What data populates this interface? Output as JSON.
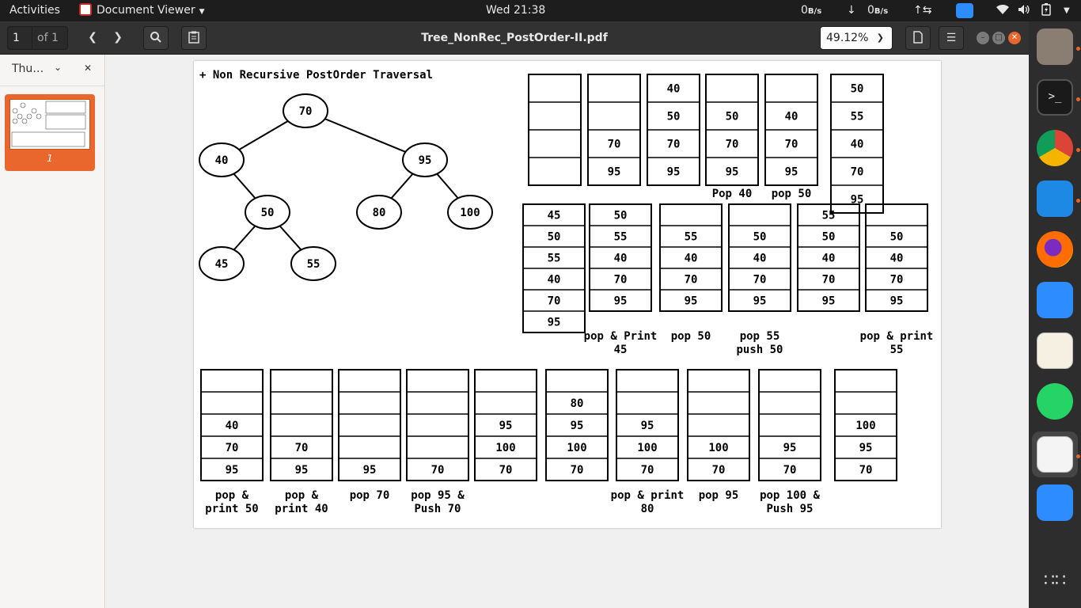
{
  "topbar": {
    "activities": "Activities",
    "app_menu": "Document Viewer",
    "clock": "Wed 21:38",
    "net_up": "0",
    "net_up_unit": "B/s",
    "net_down": "0",
    "net_down_unit": "B/s"
  },
  "toolbar": {
    "page_number": "1",
    "page_count": "of 1",
    "title": "Tree_NonRec_PostOrder-II.pdf",
    "zoom": "49.12%"
  },
  "sidebar": {
    "mode_label": "Thu…",
    "thumbnail_label": "1"
  },
  "document": {
    "heading": "+ Non Recursive PostOrder Traversal",
    "tree_nodes": [
      {
        "label": "70"
      },
      {
        "label": "40"
      },
      {
        "label": "95"
      },
      {
        "label": "50"
      },
      {
        "label": "80"
      },
      {
        "label": "100"
      },
      {
        "label": "45"
      },
      {
        "label": "55"
      }
    ],
    "stacks_row1": [
      {
        "cells": [
          "",
          "",
          "",
          ""
        ],
        "caption": []
      },
      {
        "cells": [
          "",
          "",
          "70",
          "95"
        ],
        "caption": []
      },
      {
        "cells": [
          "40",
          "50",
          "70",
          "95"
        ],
        "caption": []
      },
      {
        "cells": [
          "",
          "50",
          "70",
          "95"
        ],
        "caption": [
          "Pop 40"
        ]
      },
      {
        "cells": [
          "",
          "40",
          "70",
          "95"
        ],
        "caption": [
          "pop 50"
        ]
      },
      {
        "cells": [
          "50",
          "55",
          "40",
          "70",
          "95"
        ],
        "caption": []
      }
    ],
    "stacks_row2": [
      {
        "cells": [
          "45",
          "50",
          "55",
          "40",
          "70",
          "95"
        ],
        "caption": []
      },
      {
        "cells": [
          "50",
          "55",
          "40",
          "70",
          "95"
        ],
        "caption": [
          "pop & Print",
          "45"
        ]
      },
      {
        "cells": [
          "",
          "55",
          "40",
          "70",
          "95"
        ],
        "caption": [
          "pop 50"
        ]
      },
      {
        "cells": [
          "",
          "50",
          "40",
          "70",
          "95"
        ],
        "caption": [
          "pop 55",
          "push 50"
        ]
      },
      {
        "cells": [
          "55",
          "50",
          "40",
          "70",
          "95"
        ],
        "caption": []
      },
      {
        "cells": [
          "",
          "50",
          "40",
          "70",
          "95"
        ],
        "caption": [
          "pop & print",
          "55"
        ]
      }
    ],
    "stacks_row3": [
      {
        "cells": [
          "",
          "",
          "40",
          "70",
          "95"
        ],
        "caption": [
          "pop &",
          "print 50"
        ]
      },
      {
        "cells": [
          "",
          "",
          "",
          "70",
          "95"
        ],
        "caption": [
          "pop &",
          "print 40"
        ]
      },
      {
        "cells": [
          "",
          "",
          "",
          "",
          "95"
        ],
        "caption": [
          "pop 70"
        ]
      },
      {
        "cells": [
          "",
          "",
          "",
          "",
          "70"
        ],
        "caption": [
          "pop 95 &",
          "Push 70"
        ]
      },
      {
        "cells": [
          "",
          "",
          "95",
          "100",
          "70"
        ],
        "caption": []
      },
      {
        "cells": [
          "",
          "80",
          "95",
          "100",
          "70"
        ],
        "caption": []
      },
      {
        "cells": [
          "",
          "",
          "95",
          "100",
          "70"
        ],
        "caption": [
          "pop & print",
          "80"
        ]
      },
      {
        "cells": [
          "",
          "",
          "",
          "100",
          "70"
        ],
        "caption": [
          "pop 95"
        ]
      },
      {
        "cells": [
          "",
          "",
          "",
          "95",
          "70"
        ],
        "caption": [
          "pop 100 &",
          "Push 95"
        ]
      },
      {
        "cells": [
          "",
          "",
          "100",
          "95",
          "70"
        ],
        "caption": []
      }
    ]
  }
}
